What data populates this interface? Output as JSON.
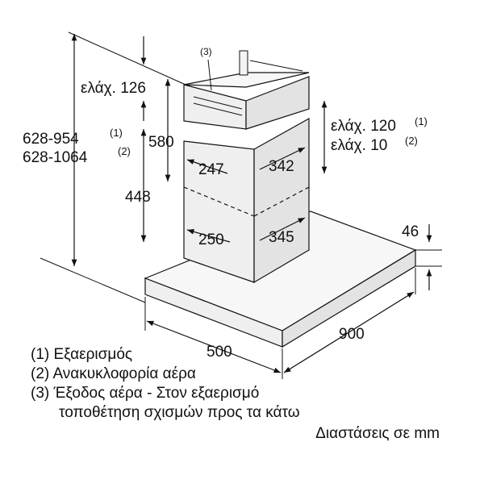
{
  "labels": {
    "outlet": "(3)",
    "min_126": "ελάχ. 126",
    "height_range_1": "628-954",
    "height_range_1_note": "(1)",
    "height_range_2": "628-1064",
    "height_range_2_note": "(2)",
    "dim_580": "580",
    "dim_448": "448",
    "dim_247": "247",
    "dim_342": "342",
    "dim_250": "250",
    "dim_345": "345",
    "min_120": "ελάχ. 120",
    "min_120_note": "(1)",
    "min_10": "ελάχ. 10",
    "min_10_note": "(2)",
    "dim_46": "46",
    "dim_500": "500",
    "dim_900": "900"
  },
  "legend": {
    "item1": "(1) Εξαερισμός",
    "item2": "(2) Ανακυκλοφορία αέρα",
    "item3_line1": "(3) Έξοδος αέρα - Στον εξαερισμό",
    "item3_line2": "τοποθέτηση σχισμών προς τα κάτω",
    "units": "Διαστάσεις σε mm"
  }
}
